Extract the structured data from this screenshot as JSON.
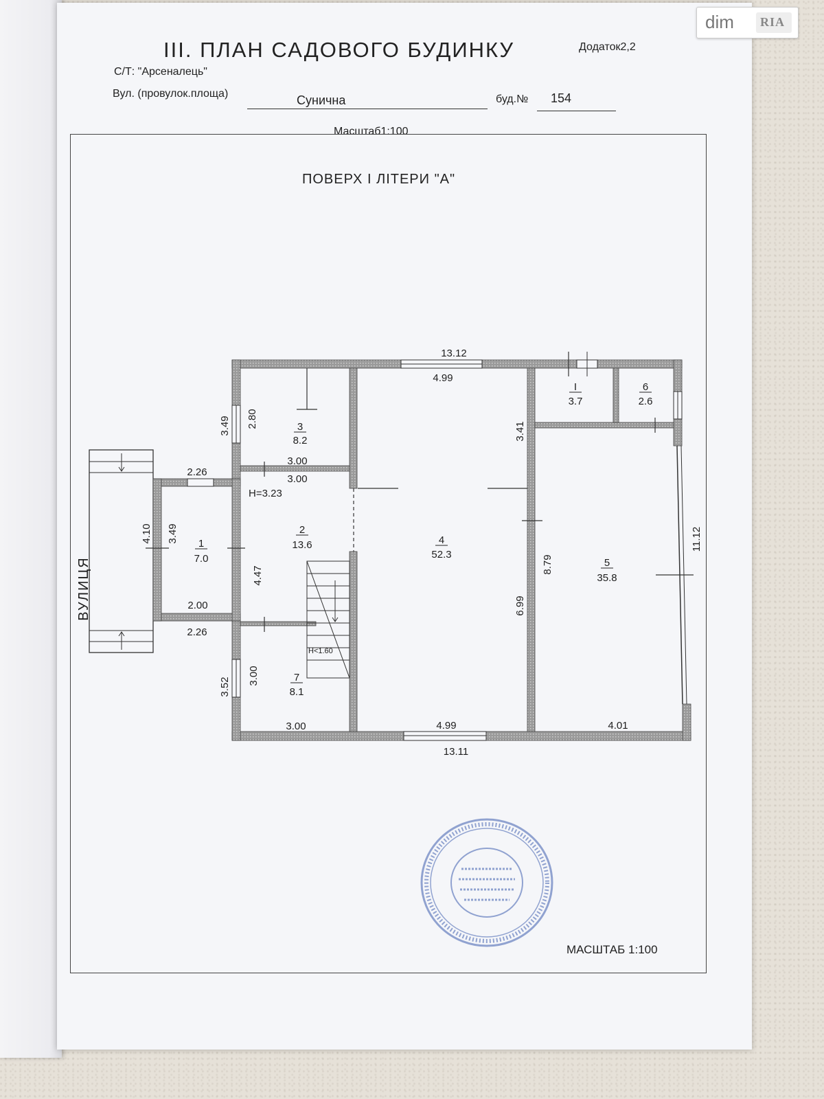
{
  "header": {
    "title": "ІІІ. ПЛАН САДОВОГО БУДИНКУ",
    "appendix": "Додаток2,2",
    "cooperative": "С/Т: \"Арсеналець\"",
    "street_label": "Вул.  (провулок.площа)",
    "street_value": "Сунична",
    "house_label": "буд.№",
    "house_value": "154",
    "scale_top": "Масштаб1:100"
  },
  "plan": {
    "floor_title": "ПОВЕРХ  І  ЛІТЕРИ \"А\"",
    "street_side_label": "ВУЛИЦЯ",
    "scale_bottom": "МАСШТАБ 1:100",
    "rooms": [
      {
        "num": "1",
        "area": "7.0"
      },
      {
        "num": "2",
        "area": "13.6"
      },
      {
        "num": "3",
        "area": "8.2"
      },
      {
        "num": "4",
        "area": "52.3"
      },
      {
        "num": "5",
        "area": "35.8"
      },
      {
        "num": "6",
        "area": "2.6"
      },
      {
        "num": "I",
        "area": "3.7"
      },
      {
        "num": "7",
        "area": "8.1"
      }
    ],
    "dims": {
      "top_total": "13.12",
      "bottom_total": "13.11",
      "room4_top": "4.99",
      "room4_bottom": "4.99",
      "room5_bottom": "4.01",
      "right_total": "11.12",
      "left_upper_outer": "3.49",
      "left_upper_inner": "2.80",
      "room3_bottom_a": "3.00",
      "room3_bottom_b": "3.00",
      "height": "H=3.23",
      "porch_top": "2.26",
      "porch_bottom_inner": "2.00",
      "porch_bottom_outer": "2.26",
      "porch_outer_h": "4.10",
      "porch_inner_h": "3.49",
      "hall_h": "4.47",
      "stair_h": "H<1.60",
      "left_lower_outer": "3.52",
      "left_lower_inner": "3.00",
      "room7_bottom": "3.00",
      "room4_upper_right": "3.41",
      "room4_lower_right": "6.99",
      "room5_left": "8.79"
    }
  },
  "watermark": {
    "text_a": "dim",
    "text_b": "RIA"
  },
  "colors": {
    "wall": "#8a8a8a",
    "line": "#222222",
    "stamp": "#3f5fb0"
  }
}
